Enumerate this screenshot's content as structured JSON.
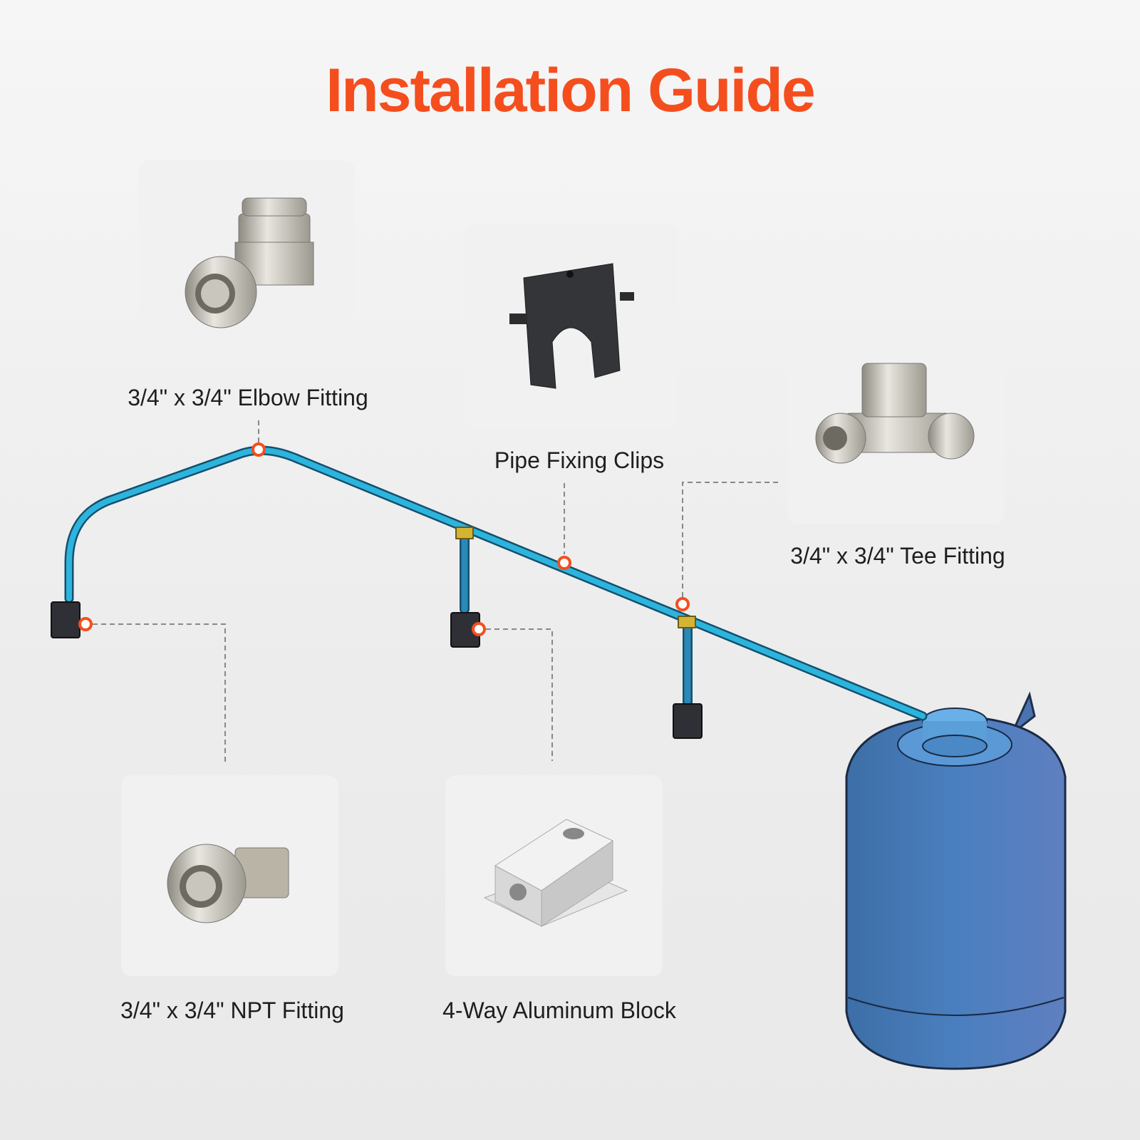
{
  "title": "Installation Guide",
  "accent_color": "#f54e1e",
  "pipe_color": "#2aa9d2",
  "parts": [
    {
      "id": "elbow",
      "label": "3/4\" x 3/4\" Elbow Fitting"
    },
    {
      "id": "clips",
      "label": "Pipe Fixing Clips"
    },
    {
      "id": "tee",
      "label": "3/4\" x 3/4\" Tee Fitting"
    },
    {
      "id": "npt",
      "label": "3/4\" x 3/4\" NPT Fitting"
    },
    {
      "id": "block",
      "label": "4-Way Aluminum Block"
    }
  ]
}
